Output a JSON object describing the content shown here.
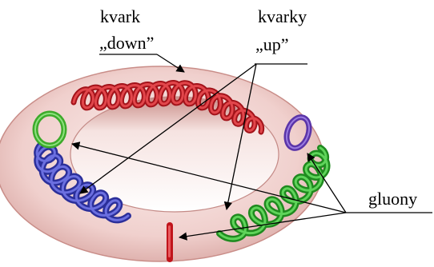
{
  "labels": {
    "down_line1": "kvark",
    "down_line2": "„down”",
    "up_line1": "kvarky",
    "up_line2": "„up”",
    "gluons": "gluony"
  },
  "colors": {
    "torus_outer": "#f1d4d1",
    "torus_edge": "#d09a96",
    "torus_shadow": "#c58580",
    "quark_down": "#c0141b",
    "quark_up": "#2aa52a",
    "quark_blue": "#3b3fb3",
    "gluon_purple": "#5a34a8",
    "gluon_green": "#3daa2b",
    "gluon_red": "#c0141b"
  }
}
